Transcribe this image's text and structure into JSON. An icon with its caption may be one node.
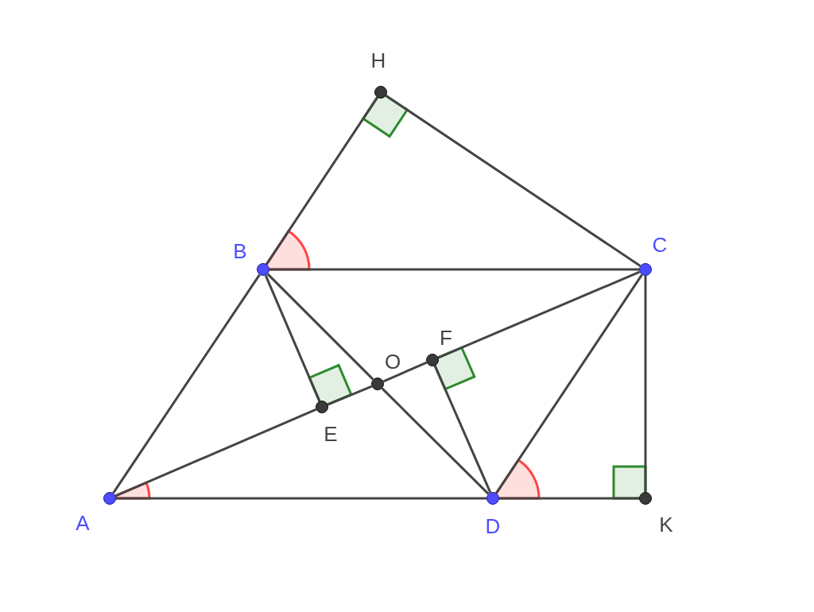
{
  "diagram": {
    "nodes": [
      {
        "text": [],
        "shape": "circle",
        "beside": [
          "H"
        ]
      },
      {
        "text": [],
        "shape": "circle",
        "beside": [
          "B"
        ]
      },
      {
        "text": [],
        "shape": "circle",
        "beside": [
          "C"
        ]
      },
      {
        "text": [],
        "shape": "circle",
        "beside": [
          "F"
        ]
      },
      {
        "text": [],
        "shape": "circle",
        "beside": [
          "O"
        ]
      },
      {
        "text": [],
        "shape": "circle",
        "beside": [
          "E"
        ]
      },
      {
        "text": [],
        "shape": "circle",
        "beside": [
          "A"
        ]
      },
      {
        "text": [],
        "shape": "circle",
        "beside": [
          "D"
        ]
      },
      {
        "text": [],
        "shape": "circle",
        "beside": [
          "K"
        ]
      }
    ],
    "edges": [
      {
        "from": 1,
        "to": 0,
        "arrow": "none"
      },
      {
        "from": 0,
        "to": 2,
        "arrow": "none"
      },
      {
        "from": 1,
        "to": 2,
        "arrow": "none"
      },
      {
        "from": 6,
        "to": 1,
        "arrow": "none"
      },
      {
        "from": 6,
        "to": 5,
        "arrow": "none"
      },
      {
        "from": 5,
        "to": 4,
        "arrow": "none"
      },
      {
        "from": 4,
        "to": 3,
        "arrow": "none"
      },
      {
        "from": 3,
        "to": 2,
        "arrow": "none"
      },
      {
        "from": 1,
        "to": 5,
        "arrow": "none"
      },
      {
        "from": 1,
        "to": 4,
        "arrow": "none"
      },
      {
        "from": 4,
        "to": 7,
        "arrow": "none"
      },
      {
        "from": 3,
        "to": 7,
        "arrow": "none"
      },
      {
        "from": 2,
        "to": 7,
        "arrow": "none"
      },
      {
        "from": 2,
        "to": 8,
        "arrow": "none"
      },
      {
        "from": 6,
        "to": 7,
        "arrow": "none"
      },
      {
        "from": 7,
        "to": 8,
        "arrow": "none"
      }
    ]
  }
}
